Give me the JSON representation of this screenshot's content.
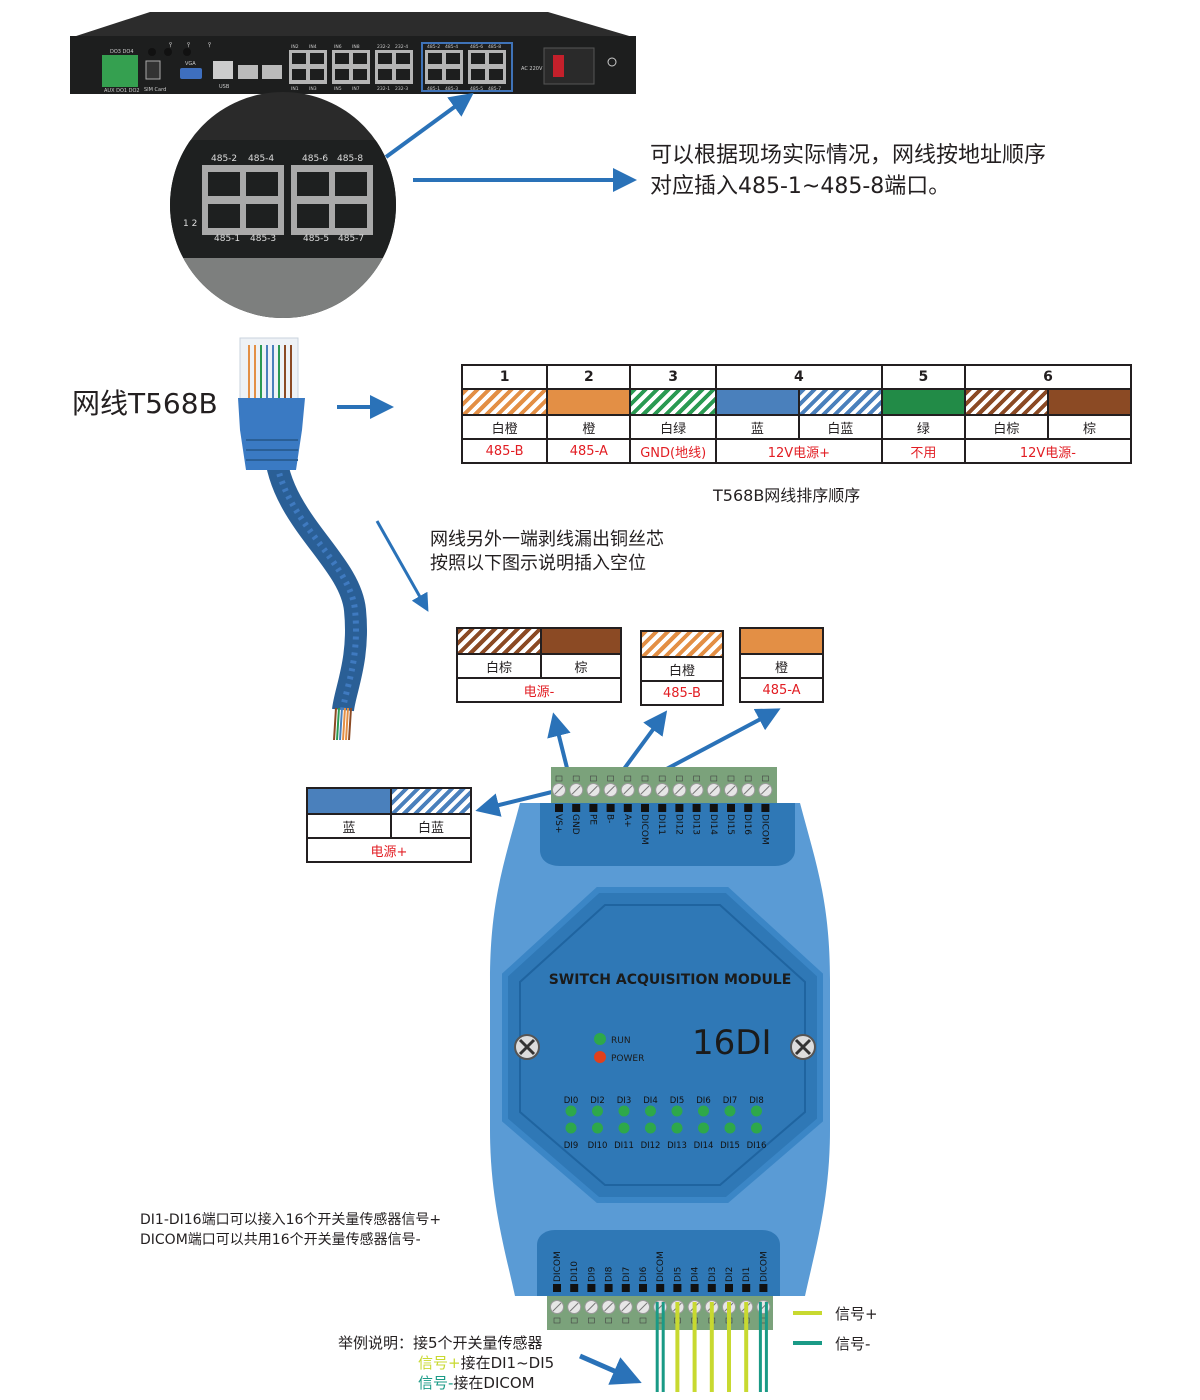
{
  "colors": {
    "arrow": "#2a72b8",
    "signal_plus": "#c8d930",
    "signal_minus": "#1a9a86",
    "red_text": "#e21d23",
    "module_body": "#5a9bd5",
    "module_panel": "#2f78b6",
    "terminal_green": "#7ba27b"
  },
  "device": {
    "labels": {
      "do_top": "DO3  DO4",
      "do_bottom": "AUX DO1 DO2",
      "sim": "SIM Card",
      "vga": "VGA",
      "usb": "USB",
      "ac": "AC 220V"
    },
    "ports_top": [
      "IN2",
      "IN4",
      "IN6",
      "IN8",
      "232-2",
      "232-4",
      "485-2",
      "485-4",
      "485-6",
      "485-8"
    ],
    "ports_bottom": [
      "IN1",
      "IN3",
      "IN5",
      "IN7",
      "232-1",
      "232-3",
      "485-1",
      "485-3",
      "485-5",
      "485-7"
    ]
  },
  "zoom_view": {
    "top": [
      "485-2",
      "485-4",
      "485-6",
      "485-8"
    ],
    "bottom": [
      "485-1",
      "485-3",
      "485-5",
      "485-7"
    ],
    "side": "1 2"
  },
  "instruction": {
    "line1": "可以根据现场实际情况，网线按地址顺序",
    "line2": "对应插入485-1~485-8端口。"
  },
  "cable_label": "网线T568B",
  "t568b_table": {
    "numbers": [
      "1",
      "2",
      "3",
      "4",
      "5",
      "6"
    ],
    "colors": [
      "白橙",
      "橙",
      "白绿",
      "蓝",
      "白蓝",
      "绿",
      "白棕",
      "棕"
    ],
    "functions": [
      "485-B",
      "485-A",
      "GND(地线)",
      "12V电源+",
      "不用",
      "12V电源-"
    ],
    "caption": "T568B网线排序顺序"
  },
  "strip_note": {
    "line1": "网线另外一端剥线漏出铜丝芯",
    "line2": "按照以下图示说明插入空位"
  },
  "pair_tables": {
    "brown": {
      "c1": "白棕",
      "c2": "棕",
      "fn": "电源-"
    },
    "white_orange": {
      "c1": "白橙",
      "fn": "485-B"
    },
    "orange": {
      "c1": "橙",
      "fn": "485-A"
    },
    "blue": {
      "c1": "蓝",
      "c2": "白蓝",
      "fn": "电源+"
    }
  },
  "module": {
    "top_terminals": [
      "VS+",
      "GND",
      "PE",
      "B-",
      "A+",
      "DICOM",
      "DI11",
      "DI12",
      "DI13",
      "DI14",
      "DI15",
      "DI16",
      "DICOM"
    ],
    "bottom_terminals": [
      "DICOM",
      "DI10",
      "DI9",
      "DI8",
      "DI7",
      "DI6",
      "DICOM",
      "DI5",
      "DI4",
      "DI3",
      "DI2",
      "DI1",
      "DICOM"
    ],
    "title": "SWITCH ACQUISITION MODULE",
    "model": "16DI",
    "run": "RUN",
    "power": "POWER",
    "led_top": [
      "DI0",
      "DI2",
      "DI3",
      "DI4",
      "DI5",
      "DI6",
      "DI7",
      "DI8"
    ],
    "led_bottom": [
      "DI9",
      "DI10",
      "DI11",
      "DI12",
      "DI13",
      "DI14",
      "DI15",
      "DI16"
    ]
  },
  "notes": {
    "di_line1": "DI1-DI16端口可以接入16个开关量传感器信号+",
    "di_line2": "DICOM端口可以共用16个开关量传感器信号-",
    "example_title": "举例说明：接5个开关量传感器",
    "ex_plus_tag": "信号+",
    "ex_plus_rest": "接在DI1~DI5",
    "ex_minus_tag": "信号-",
    "ex_minus_rest": "接在DICOM"
  },
  "legend": {
    "plus": "信号+",
    "minus": "信号-"
  }
}
